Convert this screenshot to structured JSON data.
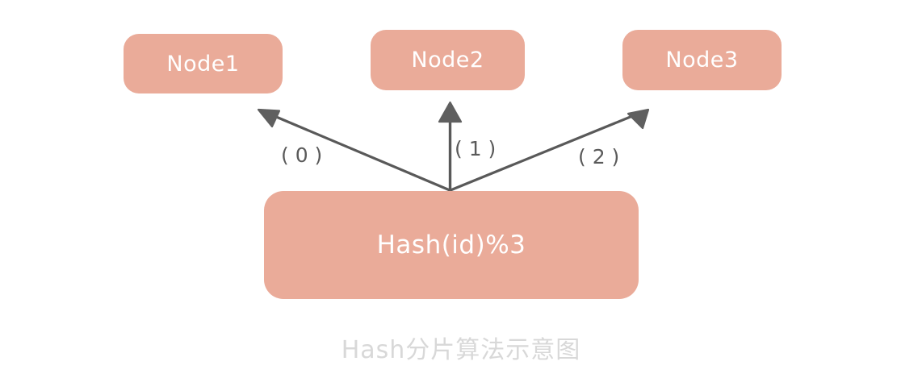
{
  "diagram": {
    "caption": "Hash分片算法示意图",
    "colors": {
      "box_fill": "#eaab99",
      "box_text": "#ffffff",
      "arrow_stroke": "#595959",
      "edge_label_text": "#5a5a5a",
      "caption_text": "#d8d8d8",
      "background": "#ffffff"
    },
    "nodes": [
      {
        "id": "node-1",
        "label": "Node1"
      },
      {
        "id": "node-2",
        "label": "Node2"
      },
      {
        "id": "node-3",
        "label": "Node3"
      }
    ],
    "source": {
      "id": "hash-box",
      "label": "Hash(id)%3"
    },
    "edges": [
      {
        "id": "edge-0",
        "label": "( 0 )",
        "from": "hash-box",
        "to": "node-1"
      },
      {
        "id": "edge-1",
        "label": "( 1 )",
        "from": "hash-box",
        "to": "node-2"
      },
      {
        "id": "edge-2",
        "label": "( 2 )",
        "from": "hash-box",
        "to": "node-3"
      }
    ]
  }
}
